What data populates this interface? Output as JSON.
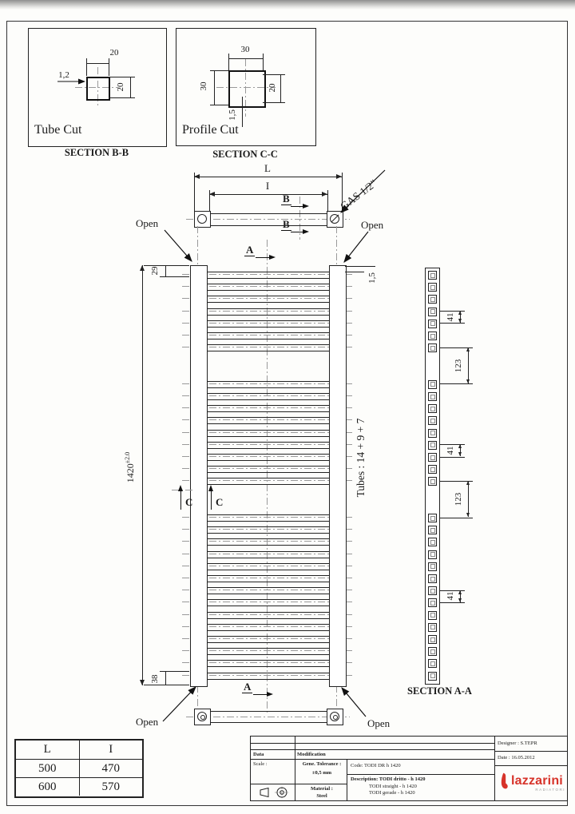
{
  "tube_cut": {
    "label": "Tube Cut",
    "caption": "SECTION B-B",
    "dim_top": "20",
    "dim_right": "20",
    "dim_wall": "1,2"
  },
  "profile_cut": {
    "label": "Profile Cut",
    "caption": "SECTION C-C",
    "dim_top": "30",
    "dim_left": "30",
    "dim_right": "20",
    "dim_wall": "1,5"
  },
  "top_view": {
    "dim_outer": "L",
    "dim_inner": "I",
    "section_b": "B",
    "gas_label": "GAS 1/2\"",
    "open_left": "Open",
    "open_right": "Open"
  },
  "front_view": {
    "dim_height": "1420",
    "dim_height_tol": "±2.0",
    "dim_top_offset": "29",
    "dim_bottom_offset": "38",
    "dim_wall": "1,5",
    "tubes_label": "Tubes : 14 + 9 + 7",
    "section_a": "A",
    "section_c": "C",
    "open_bottom_left": "Open",
    "open_bottom_right": "Open"
  },
  "section_aa": {
    "caption": "SECTION A-A"
  },
  "size_table": {
    "headers": [
      "L",
      "I"
    ],
    "rows": [
      [
        "500",
        "470"
      ],
      [
        "600",
        "570"
      ]
    ]
  },
  "title_block": {
    "designer": "Designer : S.TEPR",
    "date": "Date : 16.05.2012",
    "data_label": "Data",
    "modification_label": "Modification",
    "scale_label": "Scale :",
    "tolerance_label": "Gene. Tolerance :",
    "tolerance_value": "±0,5 mm",
    "material_label": "Material :",
    "material_value": "Steel",
    "code": "Code: TODI DR h 1420",
    "description_it": "Description: TODI dritto - h 1420",
    "description_en": "TODI straight - h 1420",
    "description_de": "TODI gerade - h 1420",
    "logo_text": "lazzarini",
    "logo_sub": "RADIATORI",
    "logo_color": "#d7332a"
  },
  "generated": {
    "tube_groups": [
      7,
      9,
      14
    ],
    "section_dims": [
      "41",
      "123",
      "41",
      "123",
      "41"
    ]
  }
}
